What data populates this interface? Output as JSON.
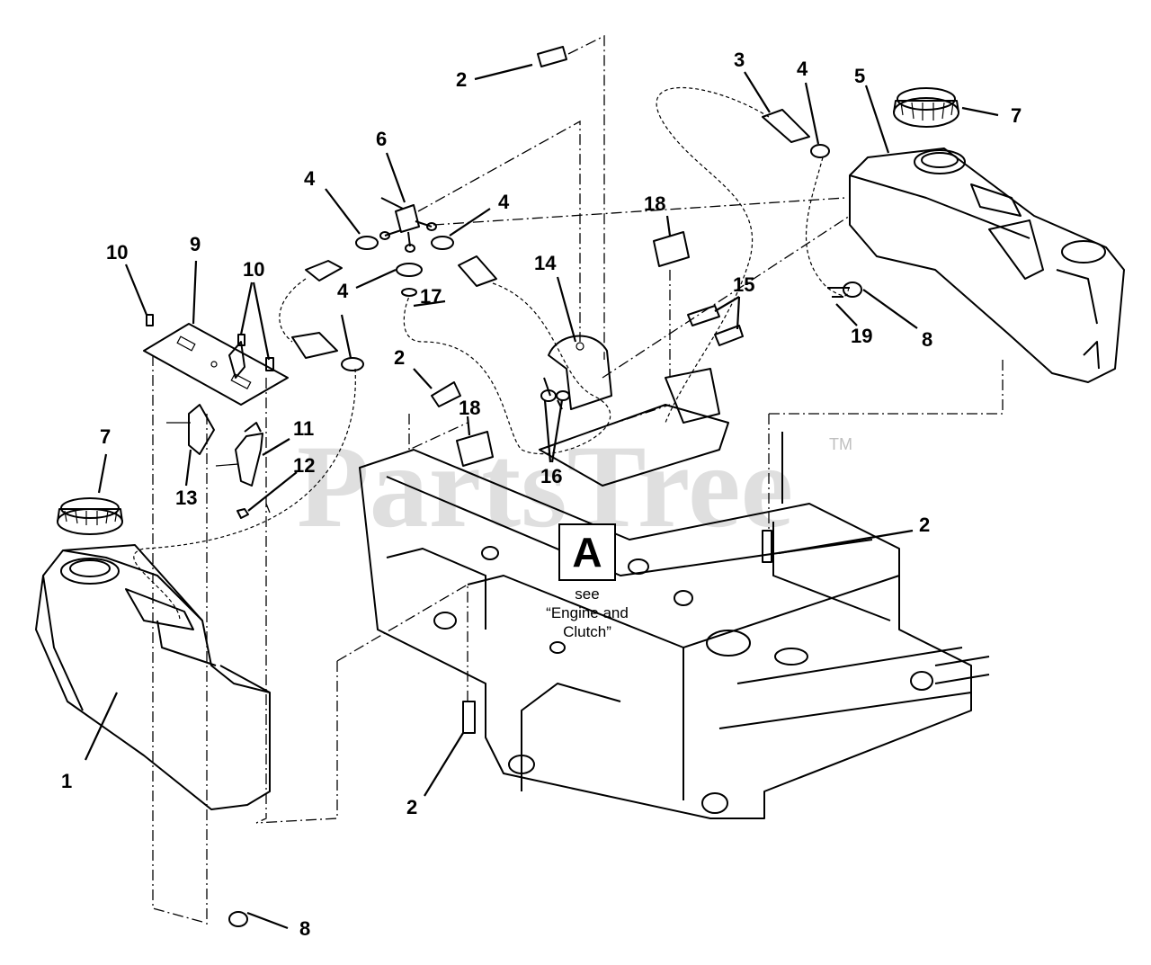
{
  "diagram": {
    "watermark": "PartsTree",
    "trademark": "TM",
    "reference": {
      "letter": "A",
      "note": "see\n“Engine and\nClutch”"
    },
    "callouts": {
      "c1": "1",
      "c2a": "2",
      "c2b": "2",
      "c2c": "2",
      "c2d": "2",
      "c3": "3",
      "c4a": "4",
      "c4b": "4",
      "c4c": "4",
      "c4d": "4",
      "c5": "5",
      "c6": "6",
      "c7a": "7",
      "c7b": "7",
      "c8a": "8",
      "c8b": "8",
      "c9": "9",
      "c10a": "10",
      "c10b": "10",
      "c11": "11",
      "c12": "12",
      "c13": "13",
      "c14": "14",
      "c15": "15",
      "c16": "16",
      "c17": "17",
      "c18a": "18",
      "c18b": "18",
      "c19": "19"
    }
  }
}
